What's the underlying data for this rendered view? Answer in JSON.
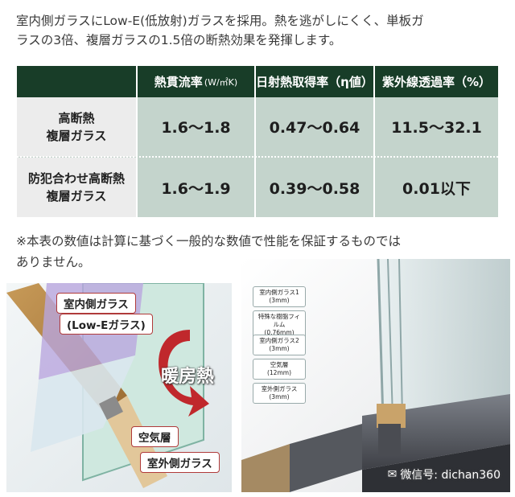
{
  "intro": {
    "line1": "室内側ガラスにLow-E(低放射)ガラスを採用。熱を逃がしにくく、単板ガ",
    "line2": "ラスの3倍、複層ガラスの1.5倍の断熱効果を発揮します。"
  },
  "table": {
    "headers": [
      {
        "label": "熱貫流率",
        "unit": "(W/㎡K)"
      },
      {
        "label": "日射熱取得率（η値）",
        "unit": ""
      },
      {
        "label": "紫外線透過率（%）",
        "unit": ""
      }
    ],
    "rows": [
      {
        "name_line1": "高断熱",
        "name_line2": "複層ガラス",
        "values": [
          "1.6〜1.8",
          "0.47〜0.64",
          "11.5〜32.1"
        ]
      },
      {
        "name_line1": "防犯合わせ高断熱",
        "name_line2": "複層ガラス",
        "values": [
          "1.6〜1.9",
          "0.39〜0.58",
          "0.01以下"
        ]
      }
    ]
  },
  "note": {
    "line1": "※本表の数値は計算に基づく一般的な数値で性能を保証するものでは",
    "line2": "ありません。"
  },
  "left_figure": {
    "label_inner": "室内側ガラス",
    "label_inner_sub": "(Low-Eガラス)",
    "label_heat": "暖房熱",
    "label_air": "空気層",
    "label_outer": "室外側ガラス"
  },
  "right_figure": {
    "labels": [
      {
        "line1": "室内側ガラス1",
        "line2": "(3mm)"
      },
      {
        "line1": "特殊な樹脂フィルム",
        "line2": "(0.76mm)"
      },
      {
        "line1": "室内側ガラス2",
        "line2": "(3mm)"
      },
      {
        "line1": "空気層",
        "line2": "(12mm)"
      },
      {
        "line1": "室外側ガラス",
        "line2": "(3mm)"
      }
    ],
    "watermark": "微信号: dichan360"
  },
  "colors": {
    "header_bg": "#183d28",
    "row_bg": "#c4d4cc",
    "label_bg": "#ececec",
    "heat_arrow": "#c0282c"
  }
}
